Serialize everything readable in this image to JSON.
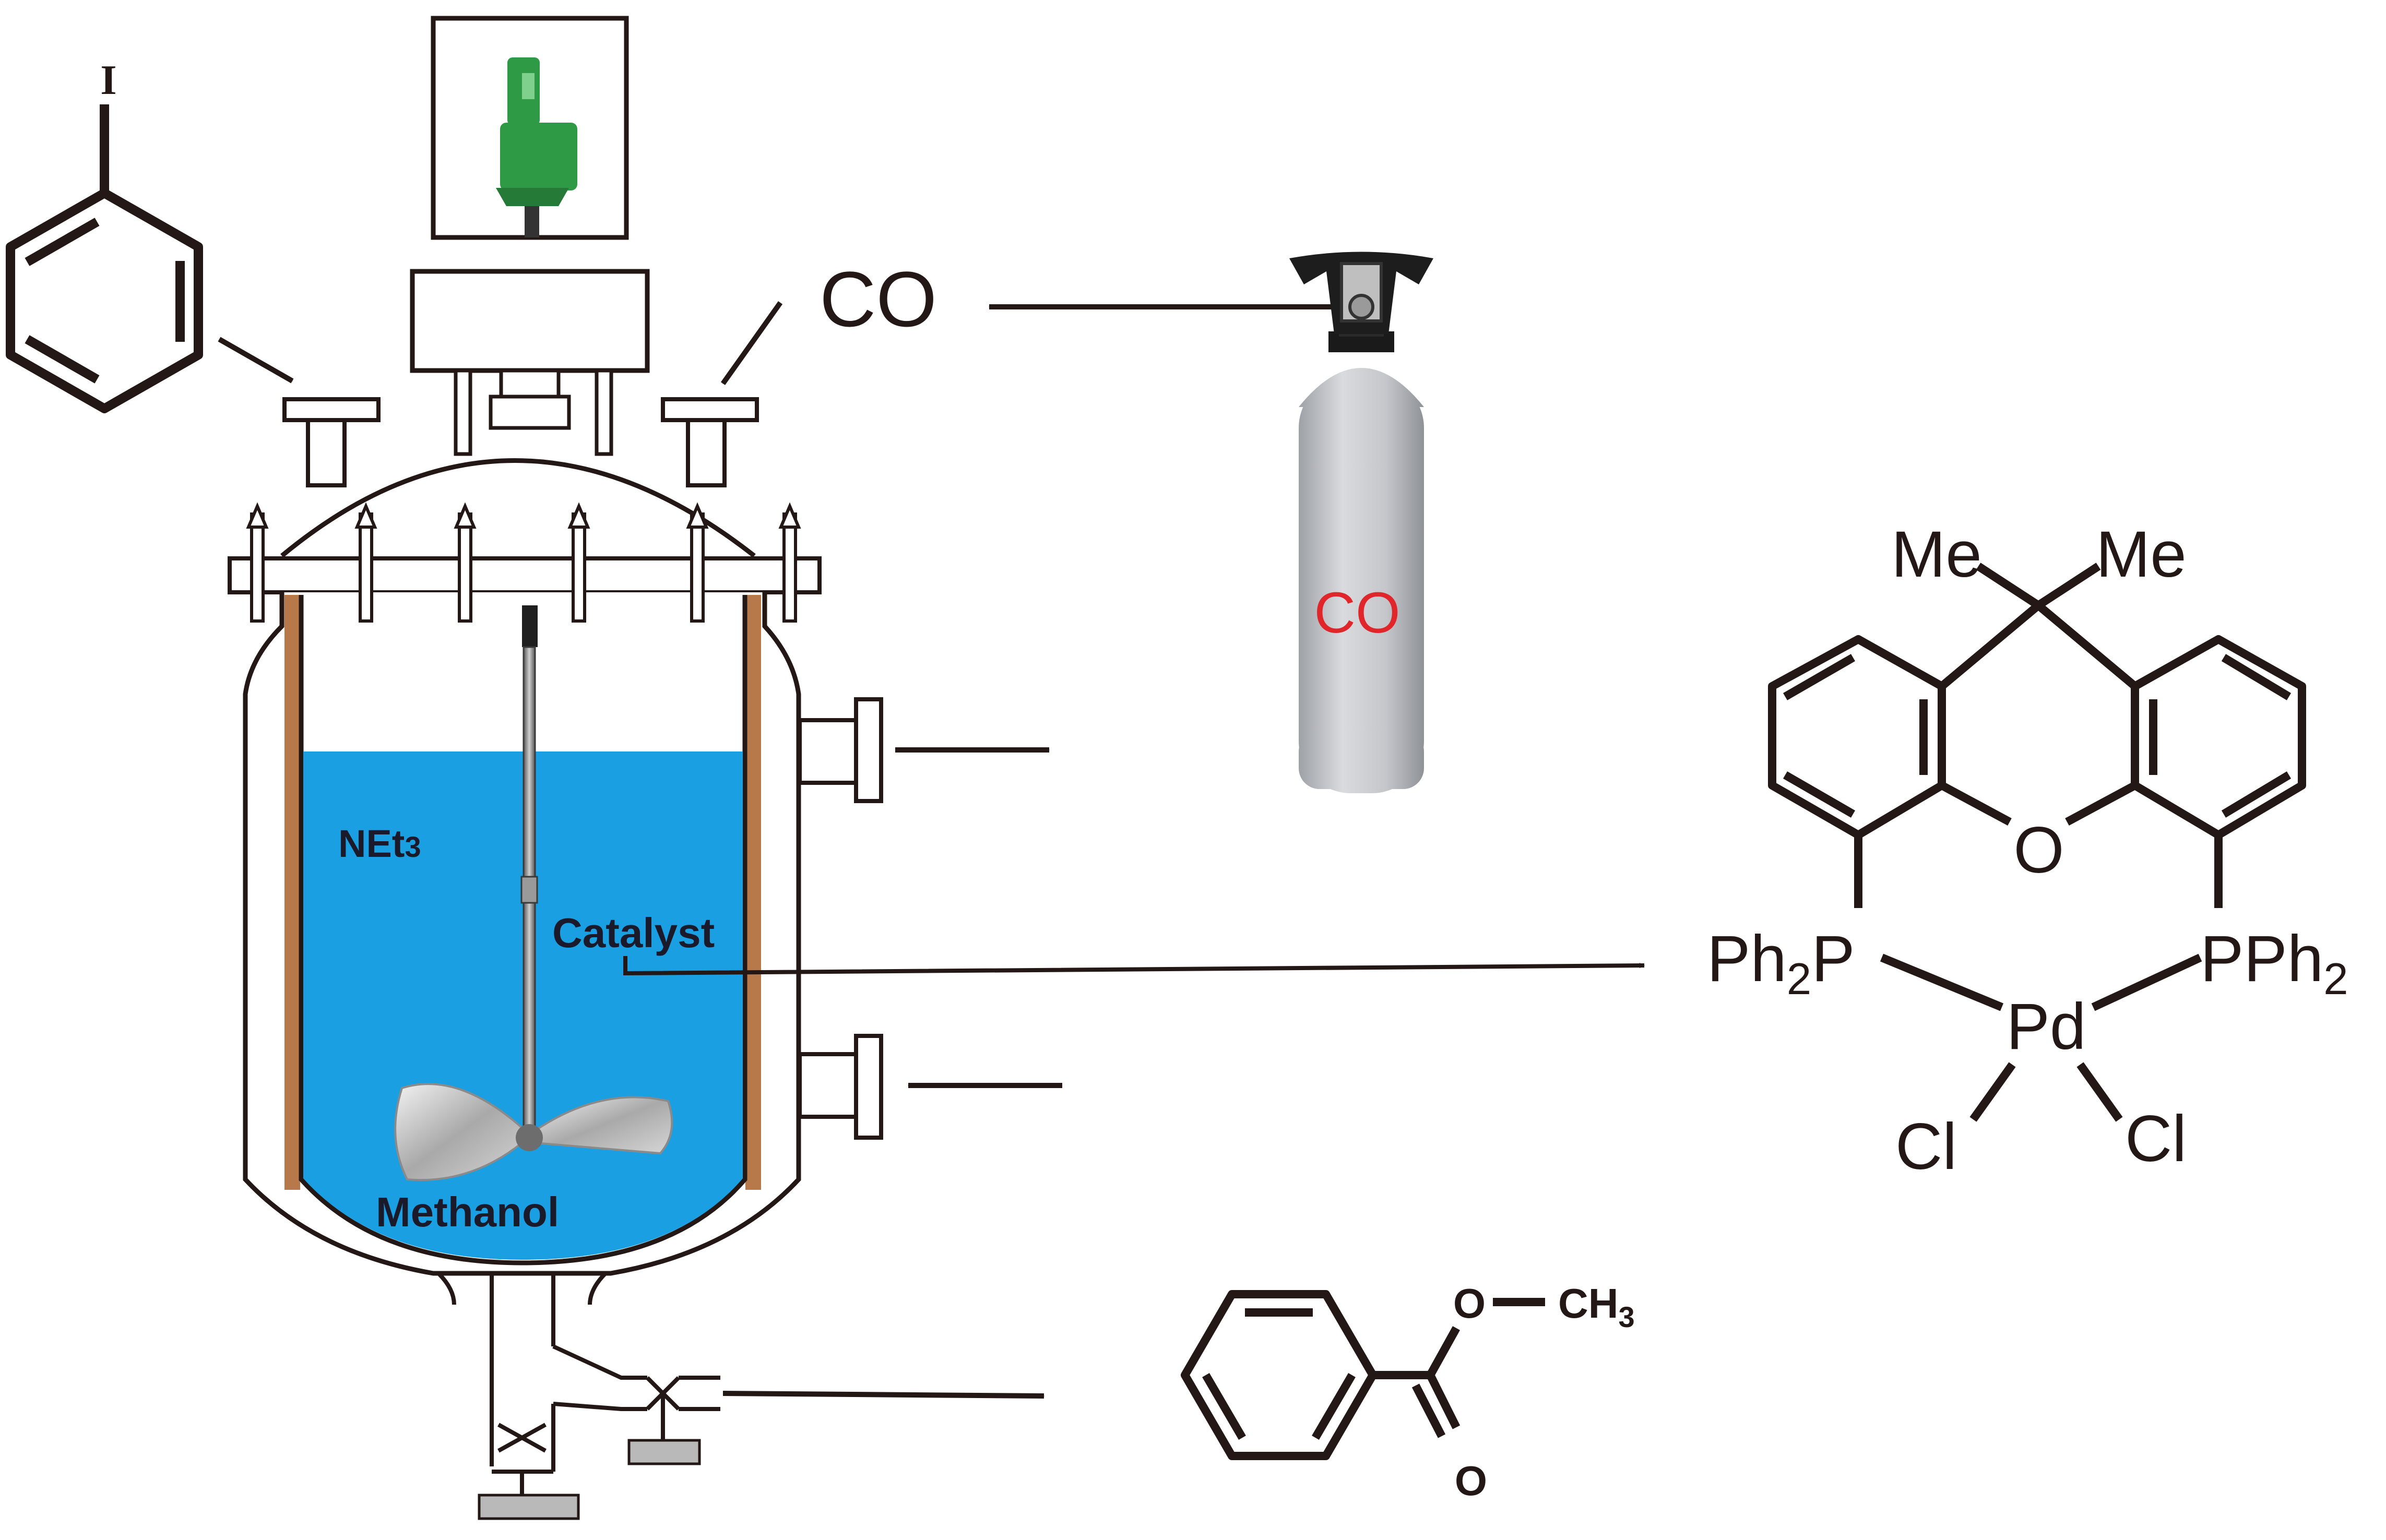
{
  "reagents": {
    "iodobenzene_substituent": "I",
    "co_gas": "CO",
    "cylinder_label": "CO"
  },
  "reactor": {
    "solvent_base": "NEt",
    "solvent_base_subscript": "3",
    "catalyst_label": "Catalyst",
    "solvent_label": "Methanol"
  },
  "catalyst_structure": {
    "methyl_left": "Me",
    "methyl_right": "Me",
    "bridge_oxygen": "O",
    "phosphine_left": "Ph",
    "phosphine_left_sub": "2",
    "phosphine_left_atom": "P",
    "phosphine_right_atom": "P",
    "phosphine_right": "Ph",
    "phosphine_right_sub": "2",
    "metal": "Pd",
    "chloride_left": "Cl",
    "chloride_right": "Cl"
  },
  "product": {
    "ester_oxygen": "O",
    "methyl_group": "CH",
    "methyl_subscript": "3",
    "carbonyl_oxygen": "O"
  },
  "colors": {
    "liquid": "#1aa0e2",
    "jacket_wall": "#b7784a",
    "motor": "#2f9a46",
    "cylinder_body": "#c6c8cc",
    "cylinder_text": "#e0252b",
    "line": "#231815"
  }
}
